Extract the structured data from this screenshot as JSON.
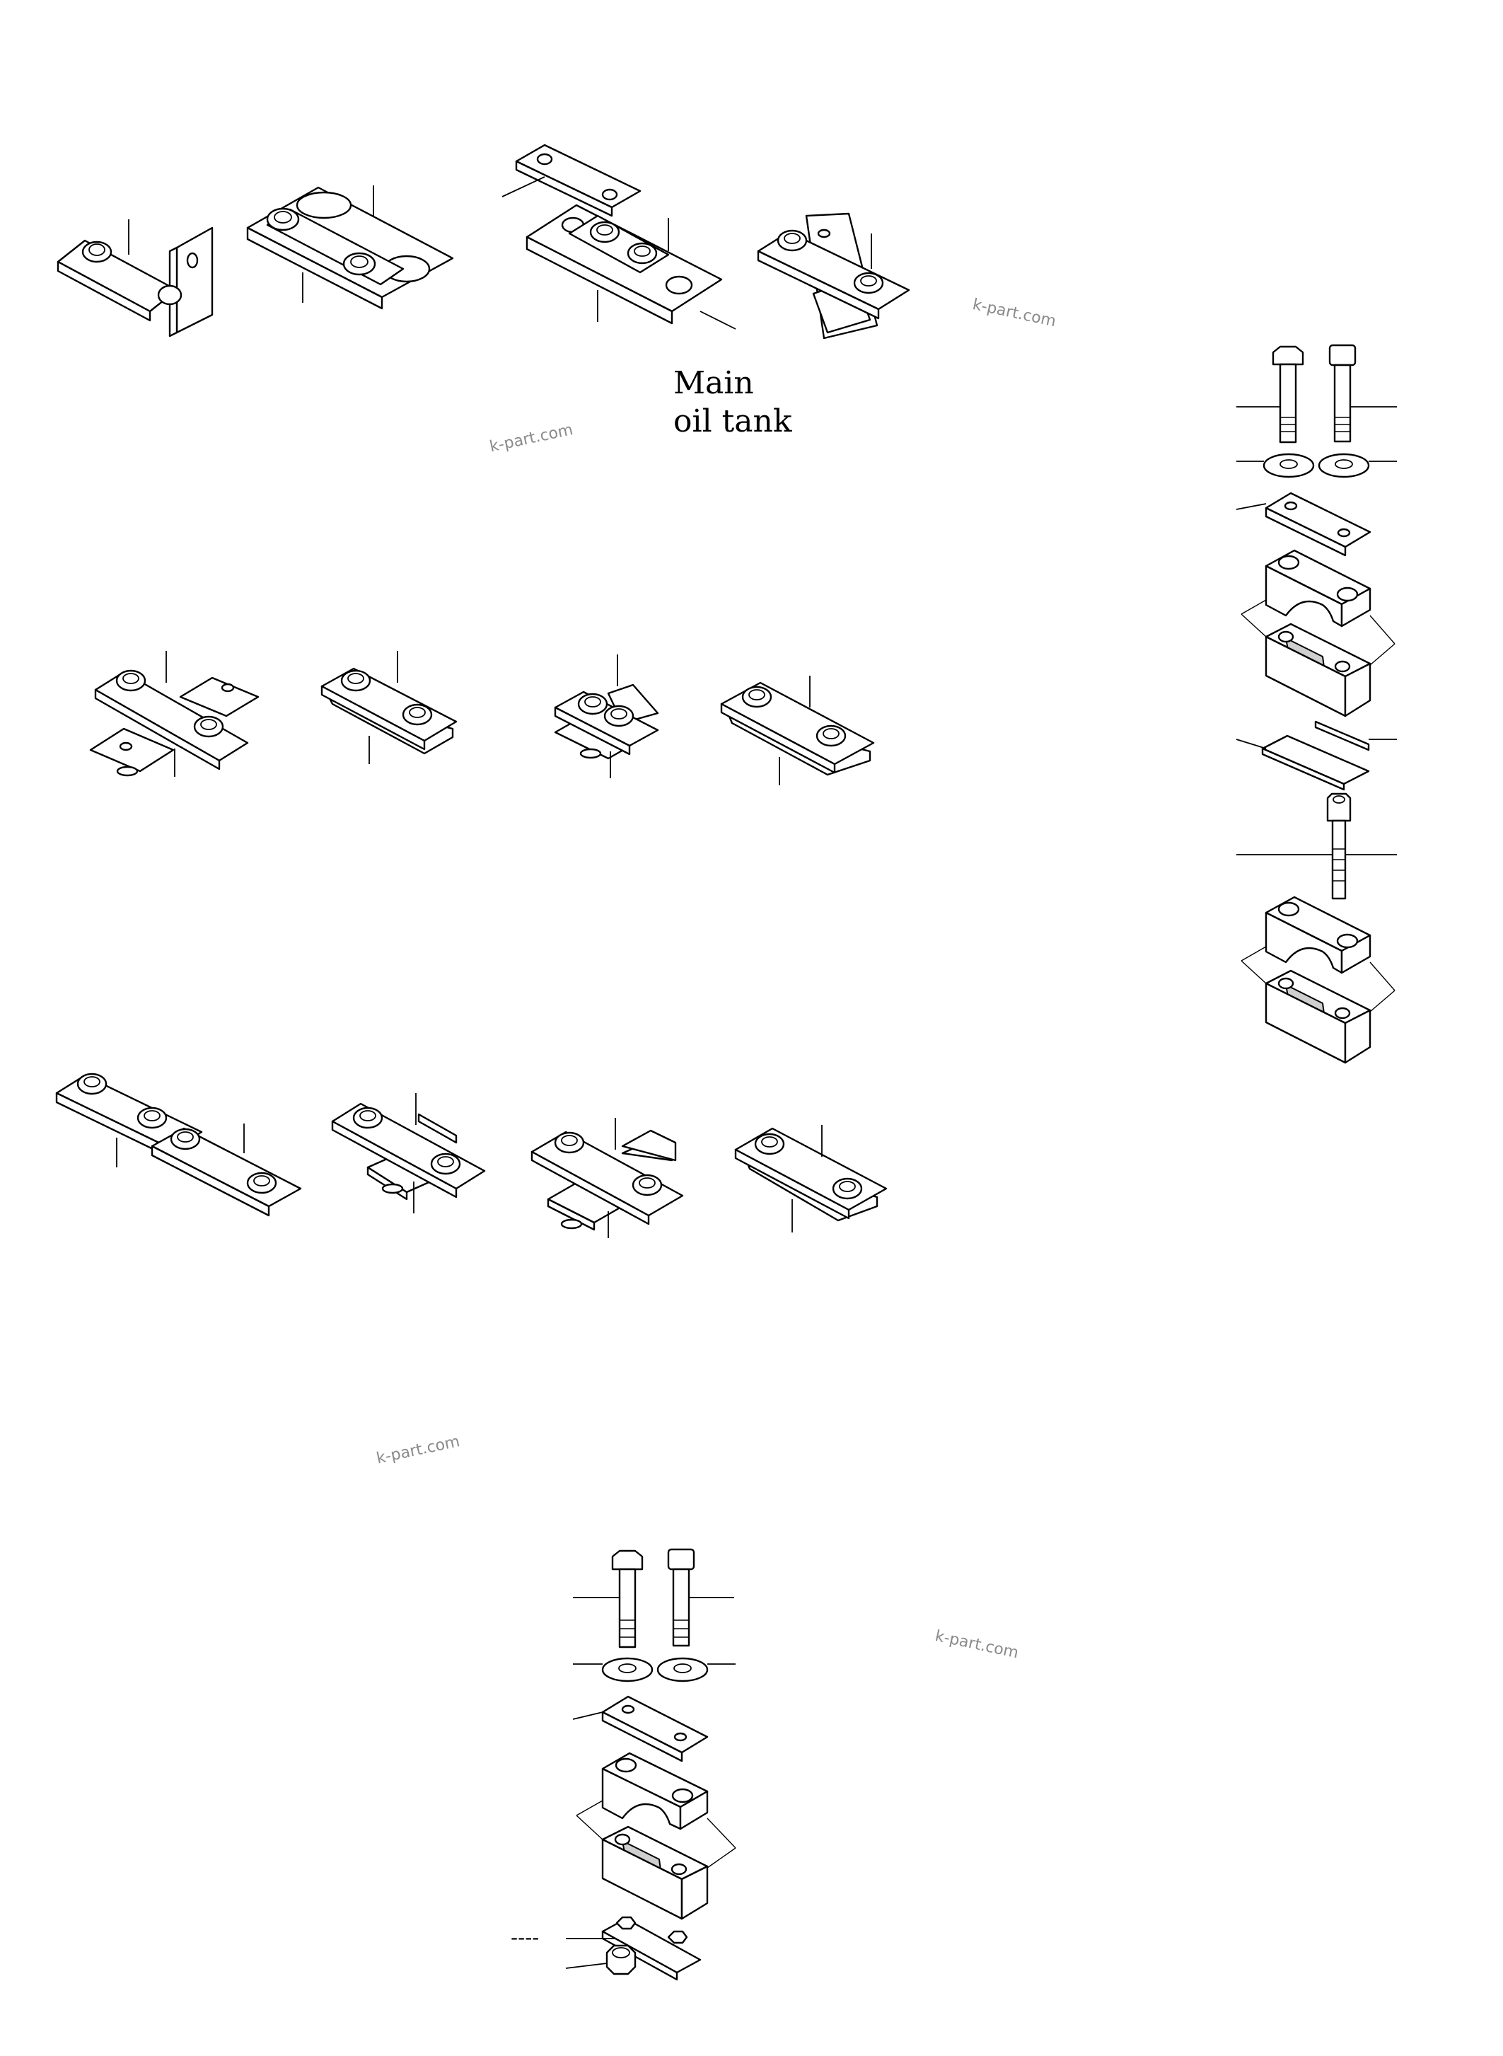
{
  "annotations": {
    "main_oil_tank_line1": "Main",
    "main_oil_tank_line2": "oil tank",
    "dash_marker": "----"
  },
  "watermarks": [
    {
      "text": "k-part.com"
    },
    {
      "text": "k-part.com"
    },
    {
      "text": "k-part.com"
    },
    {
      "text": "k-part.com"
    }
  ],
  "colors": {
    "line": "#000000",
    "background": "#ffffff",
    "watermark": "#8a8a8a"
  }
}
